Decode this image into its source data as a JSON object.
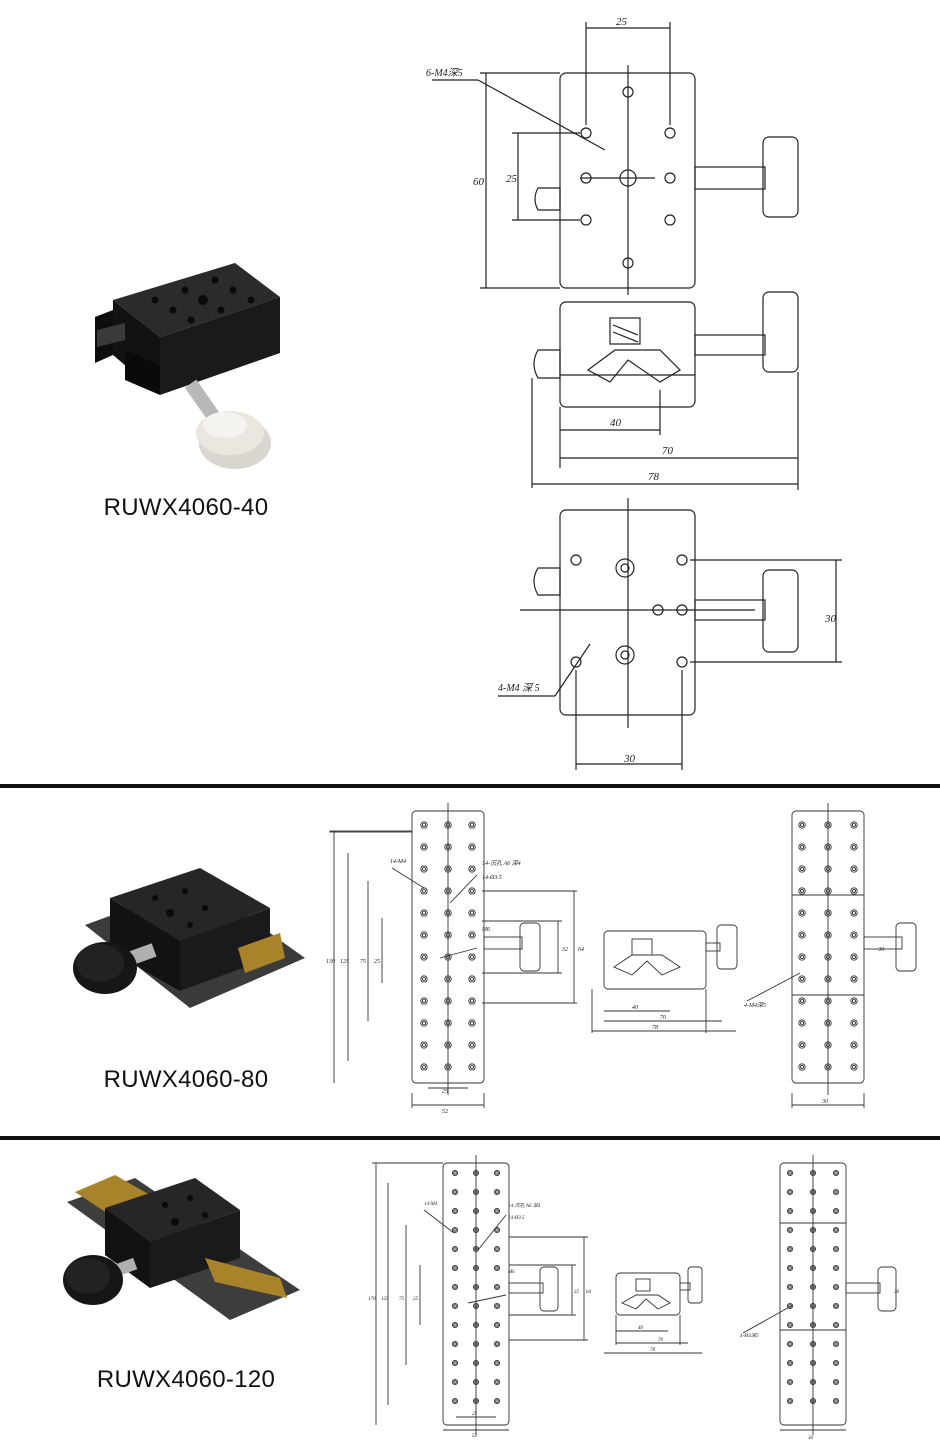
{
  "colors": {
    "divider": "#111111",
    "stage_body": "#1c1c1c",
    "knob_light": "#d8d6cf",
    "knob_dark": "#161616",
    "brass": "#a8832a"
  },
  "products": [
    {
      "model": "RUWX4060-40"
    },
    {
      "model": "RUWX4060-80"
    },
    {
      "model": "RUWX4060-120"
    }
  ],
  "drawing1": {
    "top_view": {
      "dim_width": "25",
      "dim_height": "60",
      "dim_hole": "25",
      "callout": "6-M4深5"
    },
    "side_view": {
      "dim_a": "40",
      "dim_b": "70",
      "dim_c": "78"
    },
    "bottom_view": {
      "dim_height": "30",
      "dim_width": "30",
      "callout": "4-M4   深 5"
    }
  },
  "drawing2": {
    "front": {
      "dims": [
        "130",
        "125",
        "75",
        "25",
        "25",
        "52"
      ],
      "callouts": [
        "14-M4",
        "14-沉孔 A6 深4",
        "14-Ø3.5",
        "M6"
      ],
      "right_dims": [
        "32",
        "64"
      ]
    },
    "side": {
      "dims": [
        "40",
        "70",
        "78"
      ]
    },
    "bottom": {
      "callout": "4-M4深5",
      "dims": [
        "30",
        "30"
      ]
    }
  },
  "drawing3": {
    "front": {
      "dims": [
        "170",
        "125",
        "75",
        "25",
        "25",
        "52"
      ],
      "callouts": [
        "14-M4",
        "14-沉孔 A6 深4",
        "14-Ø3.5",
        "M6"
      ],
      "right_dims": [
        "32",
        "64"
      ]
    },
    "side": {
      "dims": [
        "40",
        "70",
        "78"
      ]
    },
    "bottom": {
      "callout": "4-M4深5",
      "dims": [
        "30",
        "30"
      ]
    }
  }
}
